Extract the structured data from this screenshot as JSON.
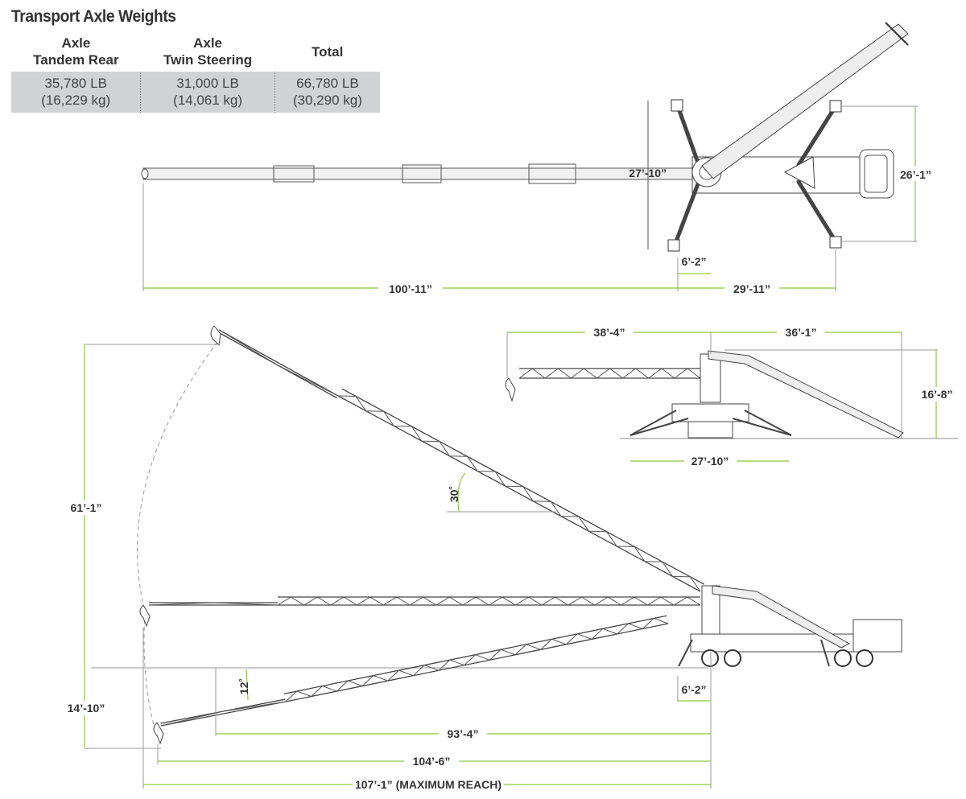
{
  "title": "Transport Axle Weights",
  "table": {
    "headers": [
      {
        "line1": "Axle",
        "line2": "Tandem Rear"
      },
      {
        "line1": "Axle",
        "line2": "Twin Steering"
      },
      {
        "line1": "",
        "line2": "Total"
      }
    ],
    "rows": [
      {
        "lb": "35,780 LB",
        "kg": "(16,229 kg)"
      },
      {
        "lb": "31,000 LB",
        "kg": "(14,061 kg)"
      },
      {
        "lb": "66,780 LB",
        "kg": "(30,290 kg)"
      }
    ]
  },
  "top_view": {
    "outrigger_spread_front": "27’-10”",
    "outrigger_spread_rear": "26’-1”",
    "center_offset": "6’-2”",
    "boom_length": "100’-11”",
    "truck_length": "29’-11”"
  },
  "side_view": {
    "height_raised": "61’-1”",
    "depth_lowered": "14’-10”",
    "angle_up": "30˚",
    "angle_down": "12˚",
    "center_offset": "6’-2”",
    "reach_30": "93’-4”",
    "reach_horizontal": "104’-6”",
    "max_reach": "107’-1” (MAXIMUM REACH)"
  },
  "folded_view": {
    "boom_overhang": "38’-4”",
    "rear_overhang": "36’-1”",
    "height": "16’-8”",
    "outrigger_spread": "27’-10”"
  },
  "colors": {
    "dimension": "#8dc63f",
    "table_bg": "#d1d2d4",
    "text": "#333333"
  }
}
